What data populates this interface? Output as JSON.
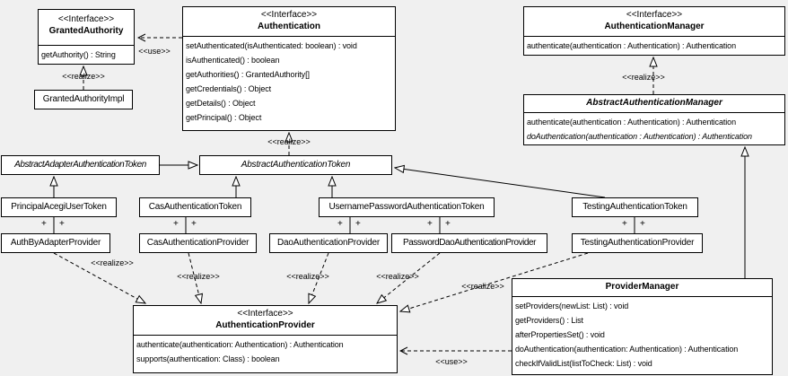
{
  "colors": {
    "background": "#f0f0f0",
    "box_fill": "#ffffff",
    "line": "#000000"
  },
  "labels": {
    "use": "<<use>>",
    "realize": "<<realize>>",
    "plus": "+"
  },
  "classes": {
    "granted_authority": {
      "stereotype": "<<Interface>>",
      "name": "GrantedAuthority",
      "methods": [
        "getAuthority() : String"
      ]
    },
    "granted_authority_impl": {
      "name": "GrantedAuthorityImpl"
    },
    "authentication": {
      "stereotype": "<<Interface>>",
      "name": "Authentication",
      "methods": [
        "setAuthenticated(isAuthenticated: boolean) : void",
        "isAuthenticated() : boolean",
        "getAuthorities() : GrantedAuthority[]",
        "getCredentials() : Object",
        "getDetails() : Object",
        "getPrincipal() : Object"
      ]
    },
    "authentication_manager": {
      "stereotype": "<<Interface>>",
      "name": "AuthenticationManager",
      "methods": [
        "authenticate(authentication : Authentication) : Authentication"
      ]
    },
    "abstract_authentication_manager": {
      "name": "AbstractAuthenticationManager",
      "methods": [
        "authenticate(authentication : Authentication) : Authentication",
        "doAuthentication(authentication : Authentication) : Authentication"
      ]
    },
    "abstract_adapter_authentication_token": {
      "name": "AbstractAdapterAuthenticationToken"
    },
    "abstract_authentication_token": {
      "name": "AbstractAuthenticationToken"
    },
    "principal_acegi_user_token": {
      "name": "PrincipalAcegiUserToken"
    },
    "cas_authentication_token": {
      "name": "CasAuthenticationToken"
    },
    "username_password_authentication_token": {
      "name": "UsernamePasswordAuthenticationToken"
    },
    "testing_authentication_token": {
      "name": "TestingAuthenticationToken"
    },
    "auth_by_adapter_provider": {
      "name": "AuthByAdapterProvider"
    },
    "cas_authentication_provider": {
      "name": "CasAuthenticationProvider"
    },
    "dao_authentication_provider": {
      "name": "DaoAuthenticationProvider"
    },
    "password_dao_authentication_provider": {
      "name": "PasswordDaoAuthenticationProvider"
    },
    "testing_authentication_provider": {
      "name": "TestingAuthenticationProvider"
    },
    "authentication_provider": {
      "stereotype": "<<Interface>>",
      "name": "AuthenticationProvider",
      "methods": [
        "authenticate(authentication: Authentication) : Authentication",
        "supports(authentication: Class) : boolean"
      ]
    },
    "provider_manager": {
      "name": "ProviderManager",
      "methods": [
        "setProviders(newList: List) : void",
        "getProviders() : List",
        "afterPropertiesSet() : void",
        "doAuthentication(authentication: Authentication) : Authentication",
        "checkIfValidList(listToCheck: List) : void"
      ]
    }
  }
}
